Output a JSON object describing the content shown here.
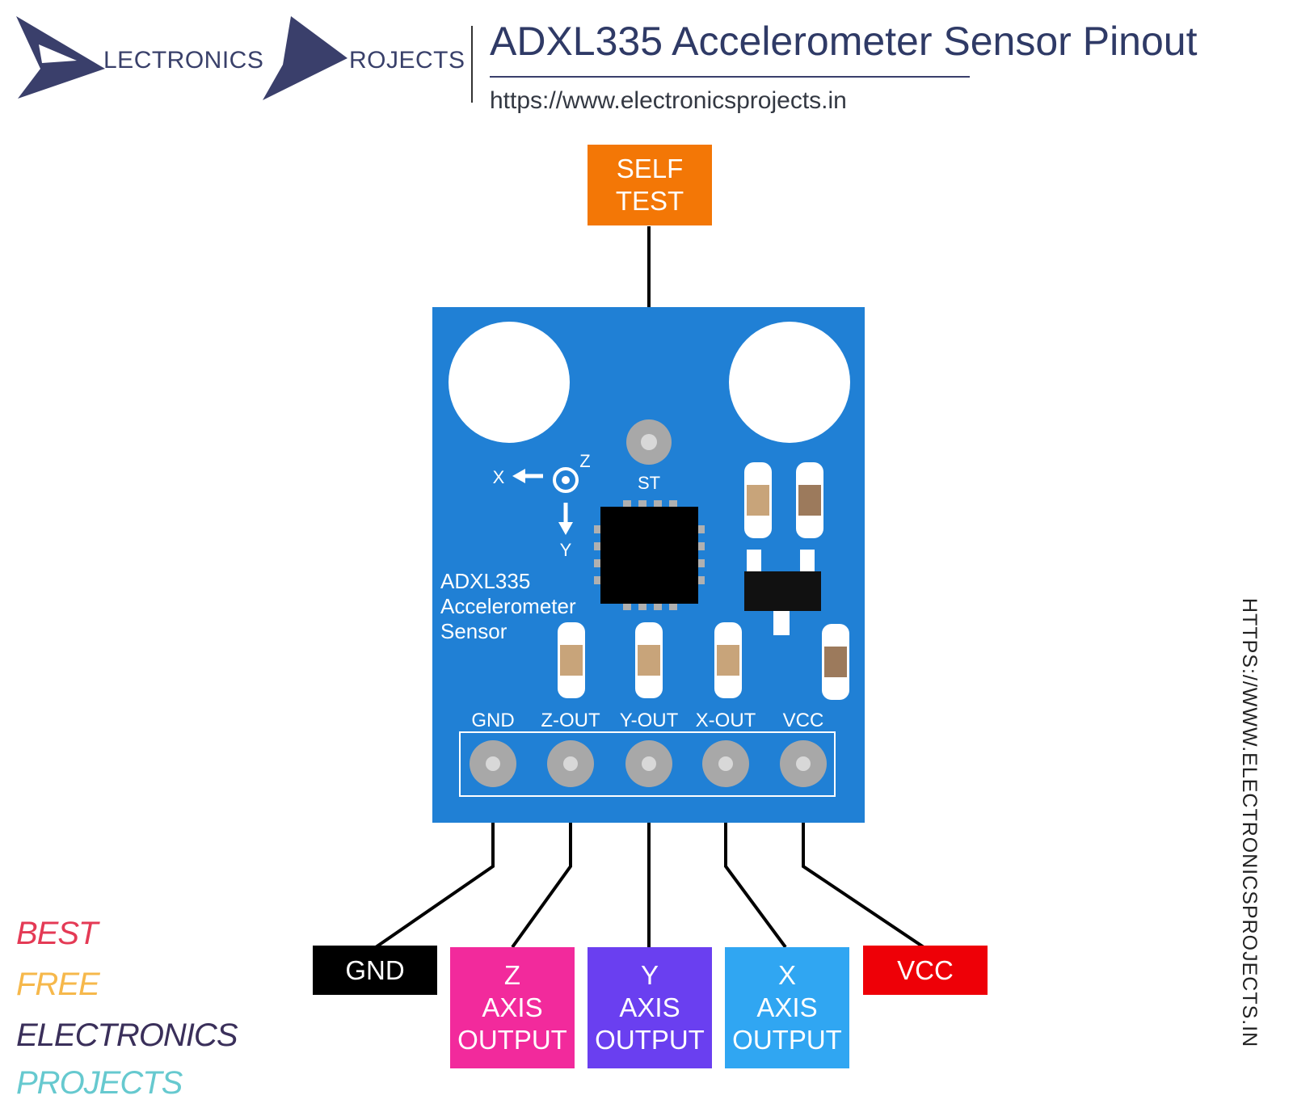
{
  "header": {
    "logo_word1": "LECTRONICS",
    "logo_word2": "ROJECTS",
    "title": "ADXL335 Accelerometer Sensor Pinout",
    "url": "https://www.electronicsprojects.in"
  },
  "side_url": "HTTPS://WWW.ELECTRONICSPROJECTS.IN",
  "board": {
    "color": "#2080d5",
    "name_line1": "ADXL335",
    "name_line2": "Accelerometer",
    "name_line3": "Sensor",
    "axis_x": "X",
    "axis_y": "Y",
    "axis_z": "Z",
    "st_pin": "ST",
    "pins": [
      "GND",
      "Z-OUT",
      "Y-OUT",
      "X-OUT",
      "VCC"
    ]
  },
  "labels": {
    "self_test": {
      "text": "SELF\nTEST",
      "color": "#f37706"
    },
    "gnd": {
      "text": "GND",
      "color": "#000000"
    },
    "z": {
      "text": "Z\nAXIS\nOUTPUT",
      "color": "#f22a9c"
    },
    "y": {
      "text": "Y\nAXIS\nOUTPUT",
      "color": "#6a3ff0"
    },
    "x": {
      "text": "X\nAXIS\nOUTPUT",
      "color": "#30a6f2"
    },
    "vcc": {
      "text": "VCC",
      "color": "#ee0007"
    }
  },
  "brand": {
    "line1": "BEST",
    "line2": "FREE",
    "line3": "ELECTRONICS",
    "line4": "PROJECTS"
  }
}
